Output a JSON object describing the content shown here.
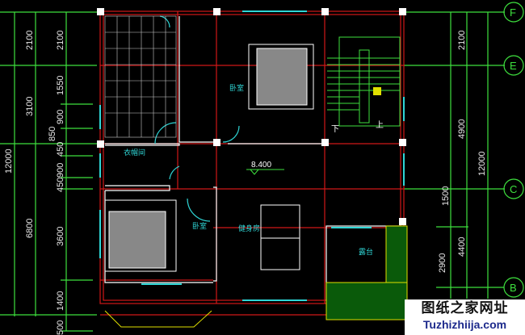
{
  "left_dims": {
    "outer": [
      "12000"
    ],
    "middle": [
      "2100",
      "3100",
      "6800"
    ],
    "inner": [
      "2100",
      "1550",
      "900",
      "850",
      "450",
      "900",
      "450",
      "3600",
      "1400",
      "500"
    ]
  },
  "right_dims": {
    "outer": [
      "12000"
    ],
    "middle": [
      "2100",
      "4900",
      "1500",
      "4400"
    ],
    "inner": [
      "2900"
    ]
  },
  "axes": [
    "F",
    "E",
    "C",
    "B"
  ],
  "rooms": {
    "bedroom_top": "卧室",
    "closet": "衣帽间",
    "bedroom_left": "卧室",
    "gym": "健身房",
    "terrace": "露台",
    "stair_down": "下",
    "stair_up": "上"
  },
  "elevation": "8.400",
  "watermark": {
    "line1": "图纸之家网址",
    "line2": "Tuzhizhiija.com"
  },
  "colors": {
    "wall": "#d01818",
    "dim": "#3ee03e",
    "window": "#2fd6d6",
    "furniture": "#ffffff"
  }
}
